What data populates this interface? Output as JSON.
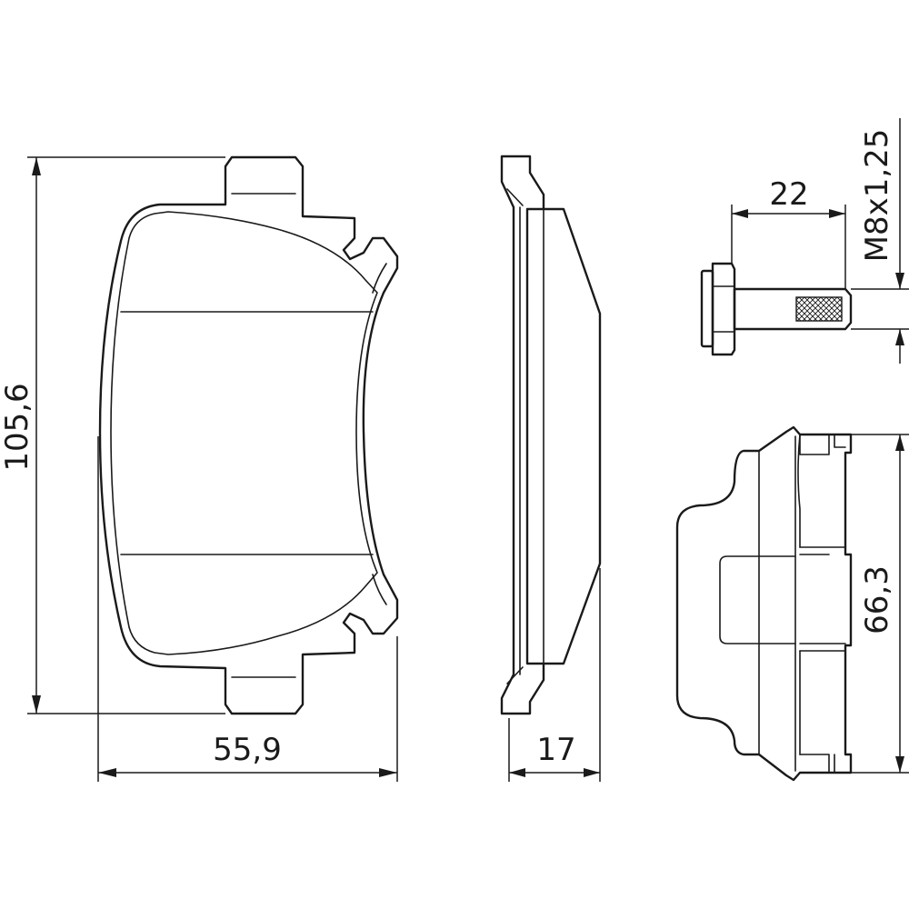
{
  "dimensions": {
    "pad_height": "105,6",
    "pad_width": "55,9",
    "pad_thickness": "17",
    "bolt_length": "22",
    "bolt_thread": "M8x1,25",
    "plate_height": "66,3"
  },
  "colors": {
    "line": "#1a1a1a",
    "background": "#ffffff"
  }
}
